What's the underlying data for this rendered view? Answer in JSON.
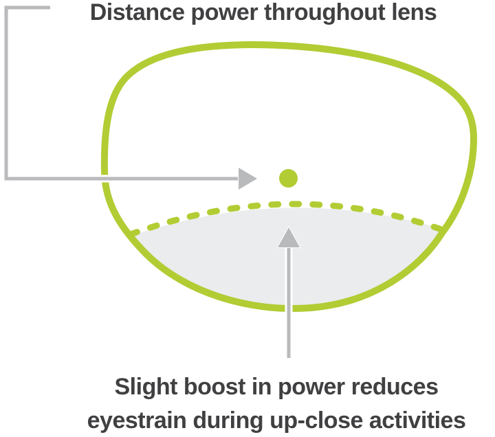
{
  "diagram": {
    "top_label": "Distance power throughout lens",
    "bottom_caption_line1": "Slight boost in power reduces",
    "bottom_caption_line2": "eyestrain during up-close activities"
  },
  "colors": {
    "lens_green": "#b2cc34",
    "near_zone_fill": "#eaecee",
    "arrow_gray": "#b9babc",
    "text_dark": "#404042",
    "casing_white": "#ffffff"
  },
  "icons": {
    "right_arrow": "arrow-right-icon",
    "up_arrow": "arrow-up-icon",
    "optical_center": "dot-icon"
  }
}
